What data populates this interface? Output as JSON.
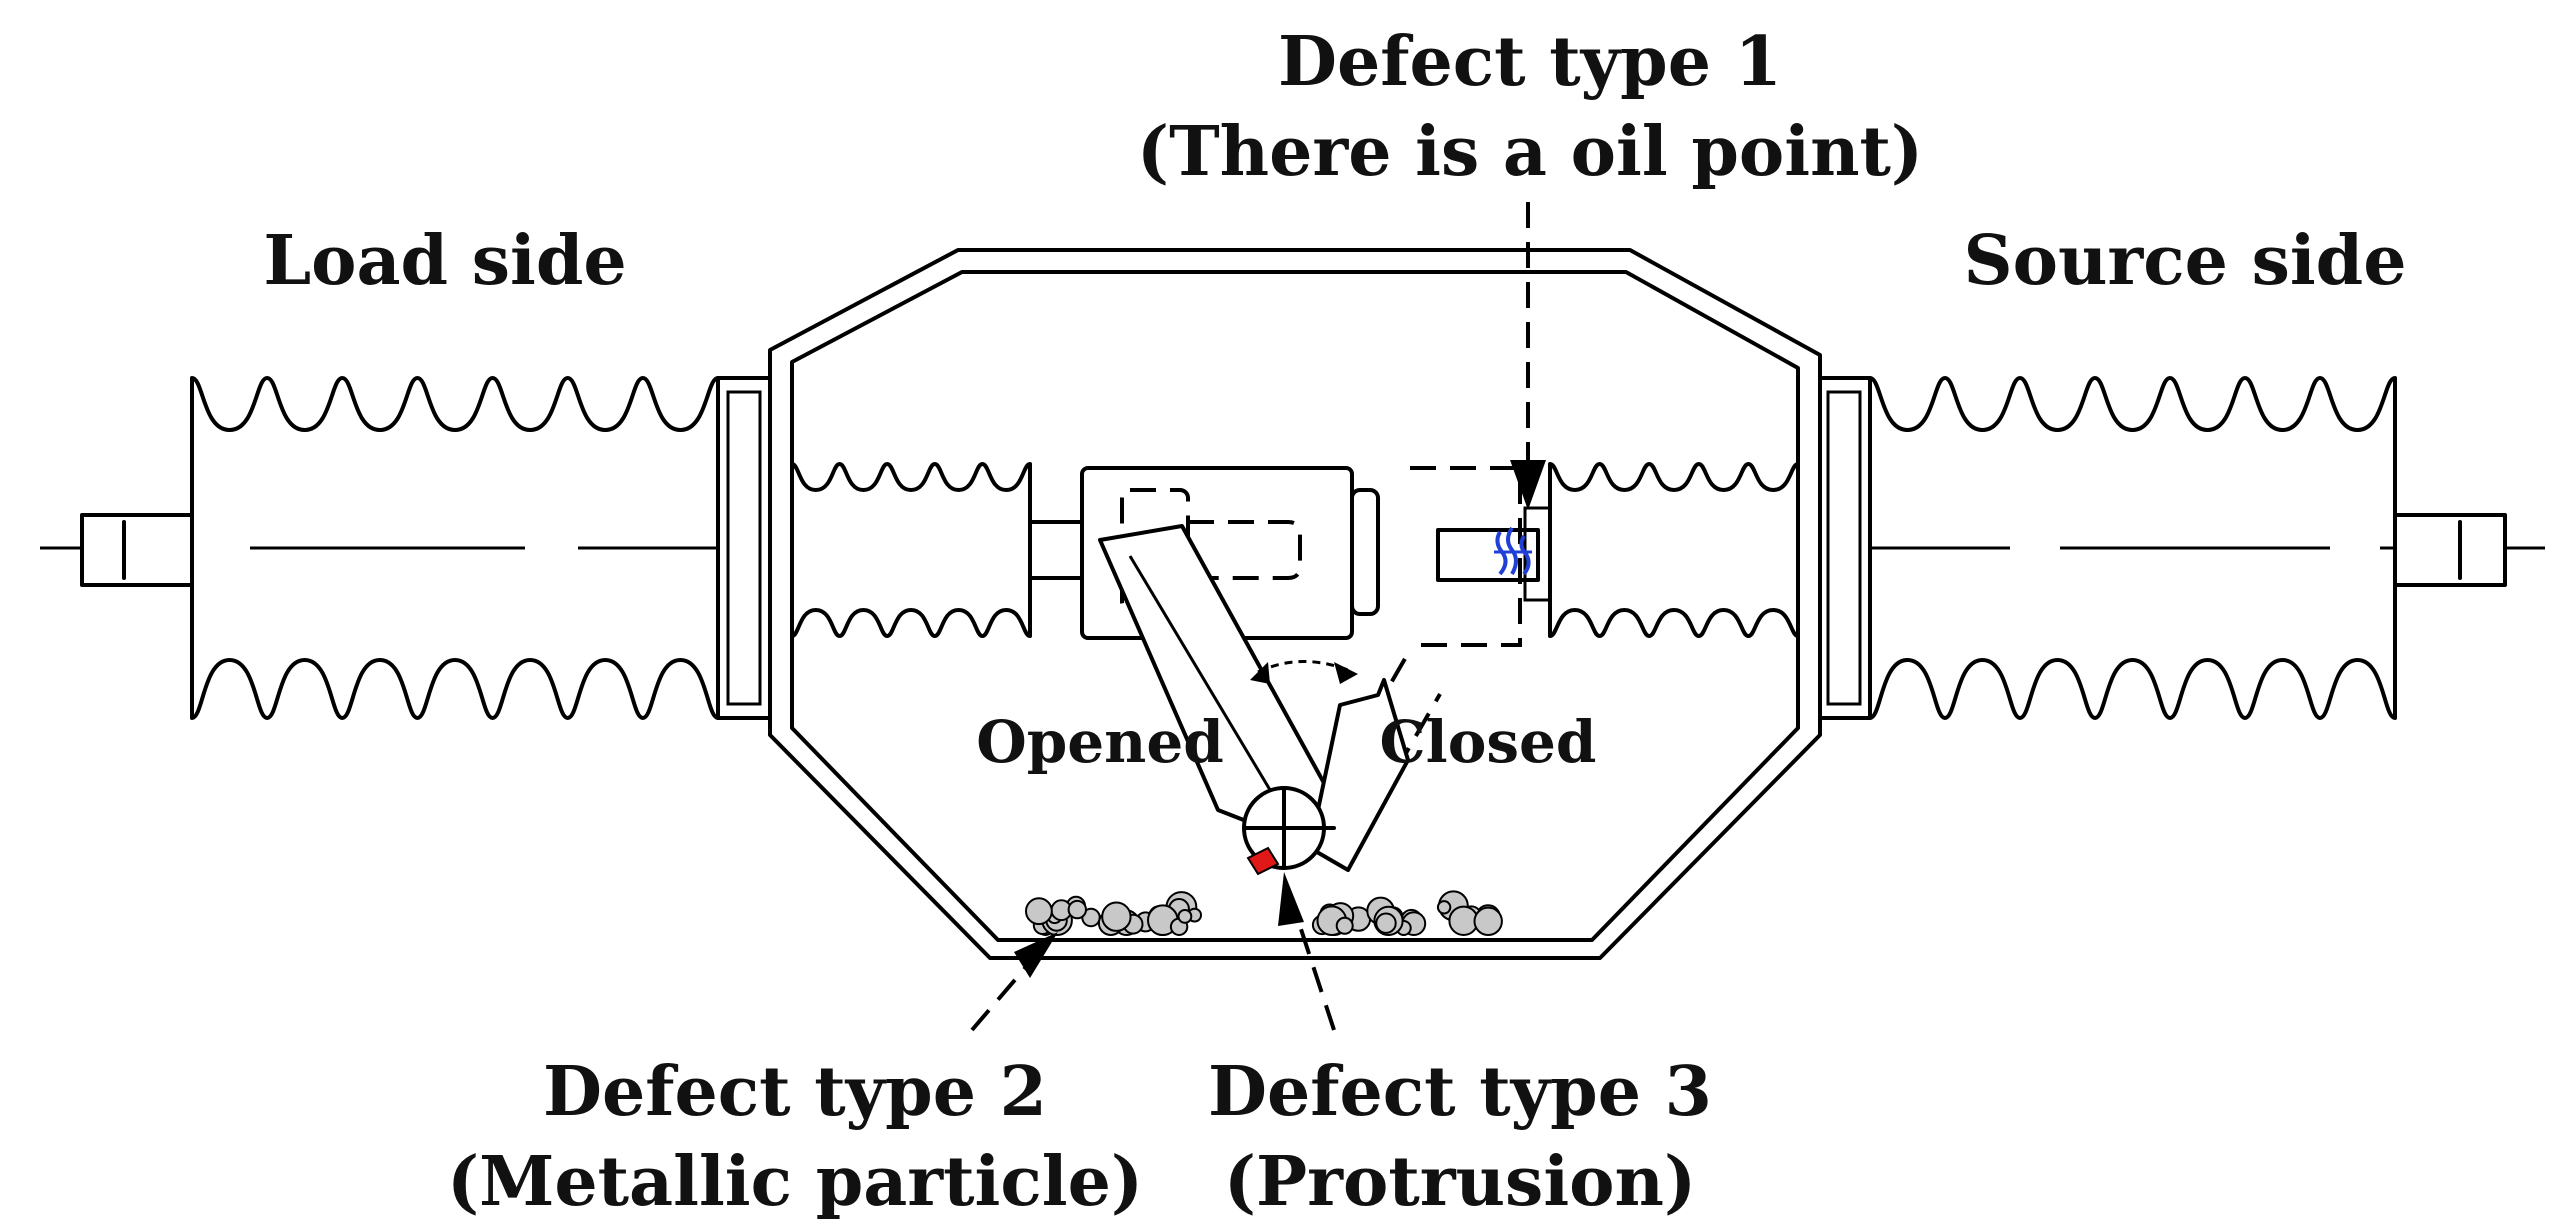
{
  "labels": {
    "load_side": "Load side",
    "source_side": "Source side",
    "defect1_title": "Defect type 1",
    "defect1_desc": "(There is a oil point)",
    "defect2_title": "Defect type 2",
    "defect2_desc": "(Metallic particle)",
    "defect3_title": "Defect type 3",
    "defect3_desc": "(Protrusion)",
    "opened": "Opened",
    "closed": "Closed"
  },
  "colors": {
    "line": "#000000",
    "oil_point": "#1f3fd6",
    "protrusion": "#e01818",
    "particle_fill": "#c8c8c8"
  },
  "icons": {
    "oil_point": "oil-point-icon",
    "protrusion": "protrusion-icon",
    "particles": "metallic-particles-icon"
  }
}
